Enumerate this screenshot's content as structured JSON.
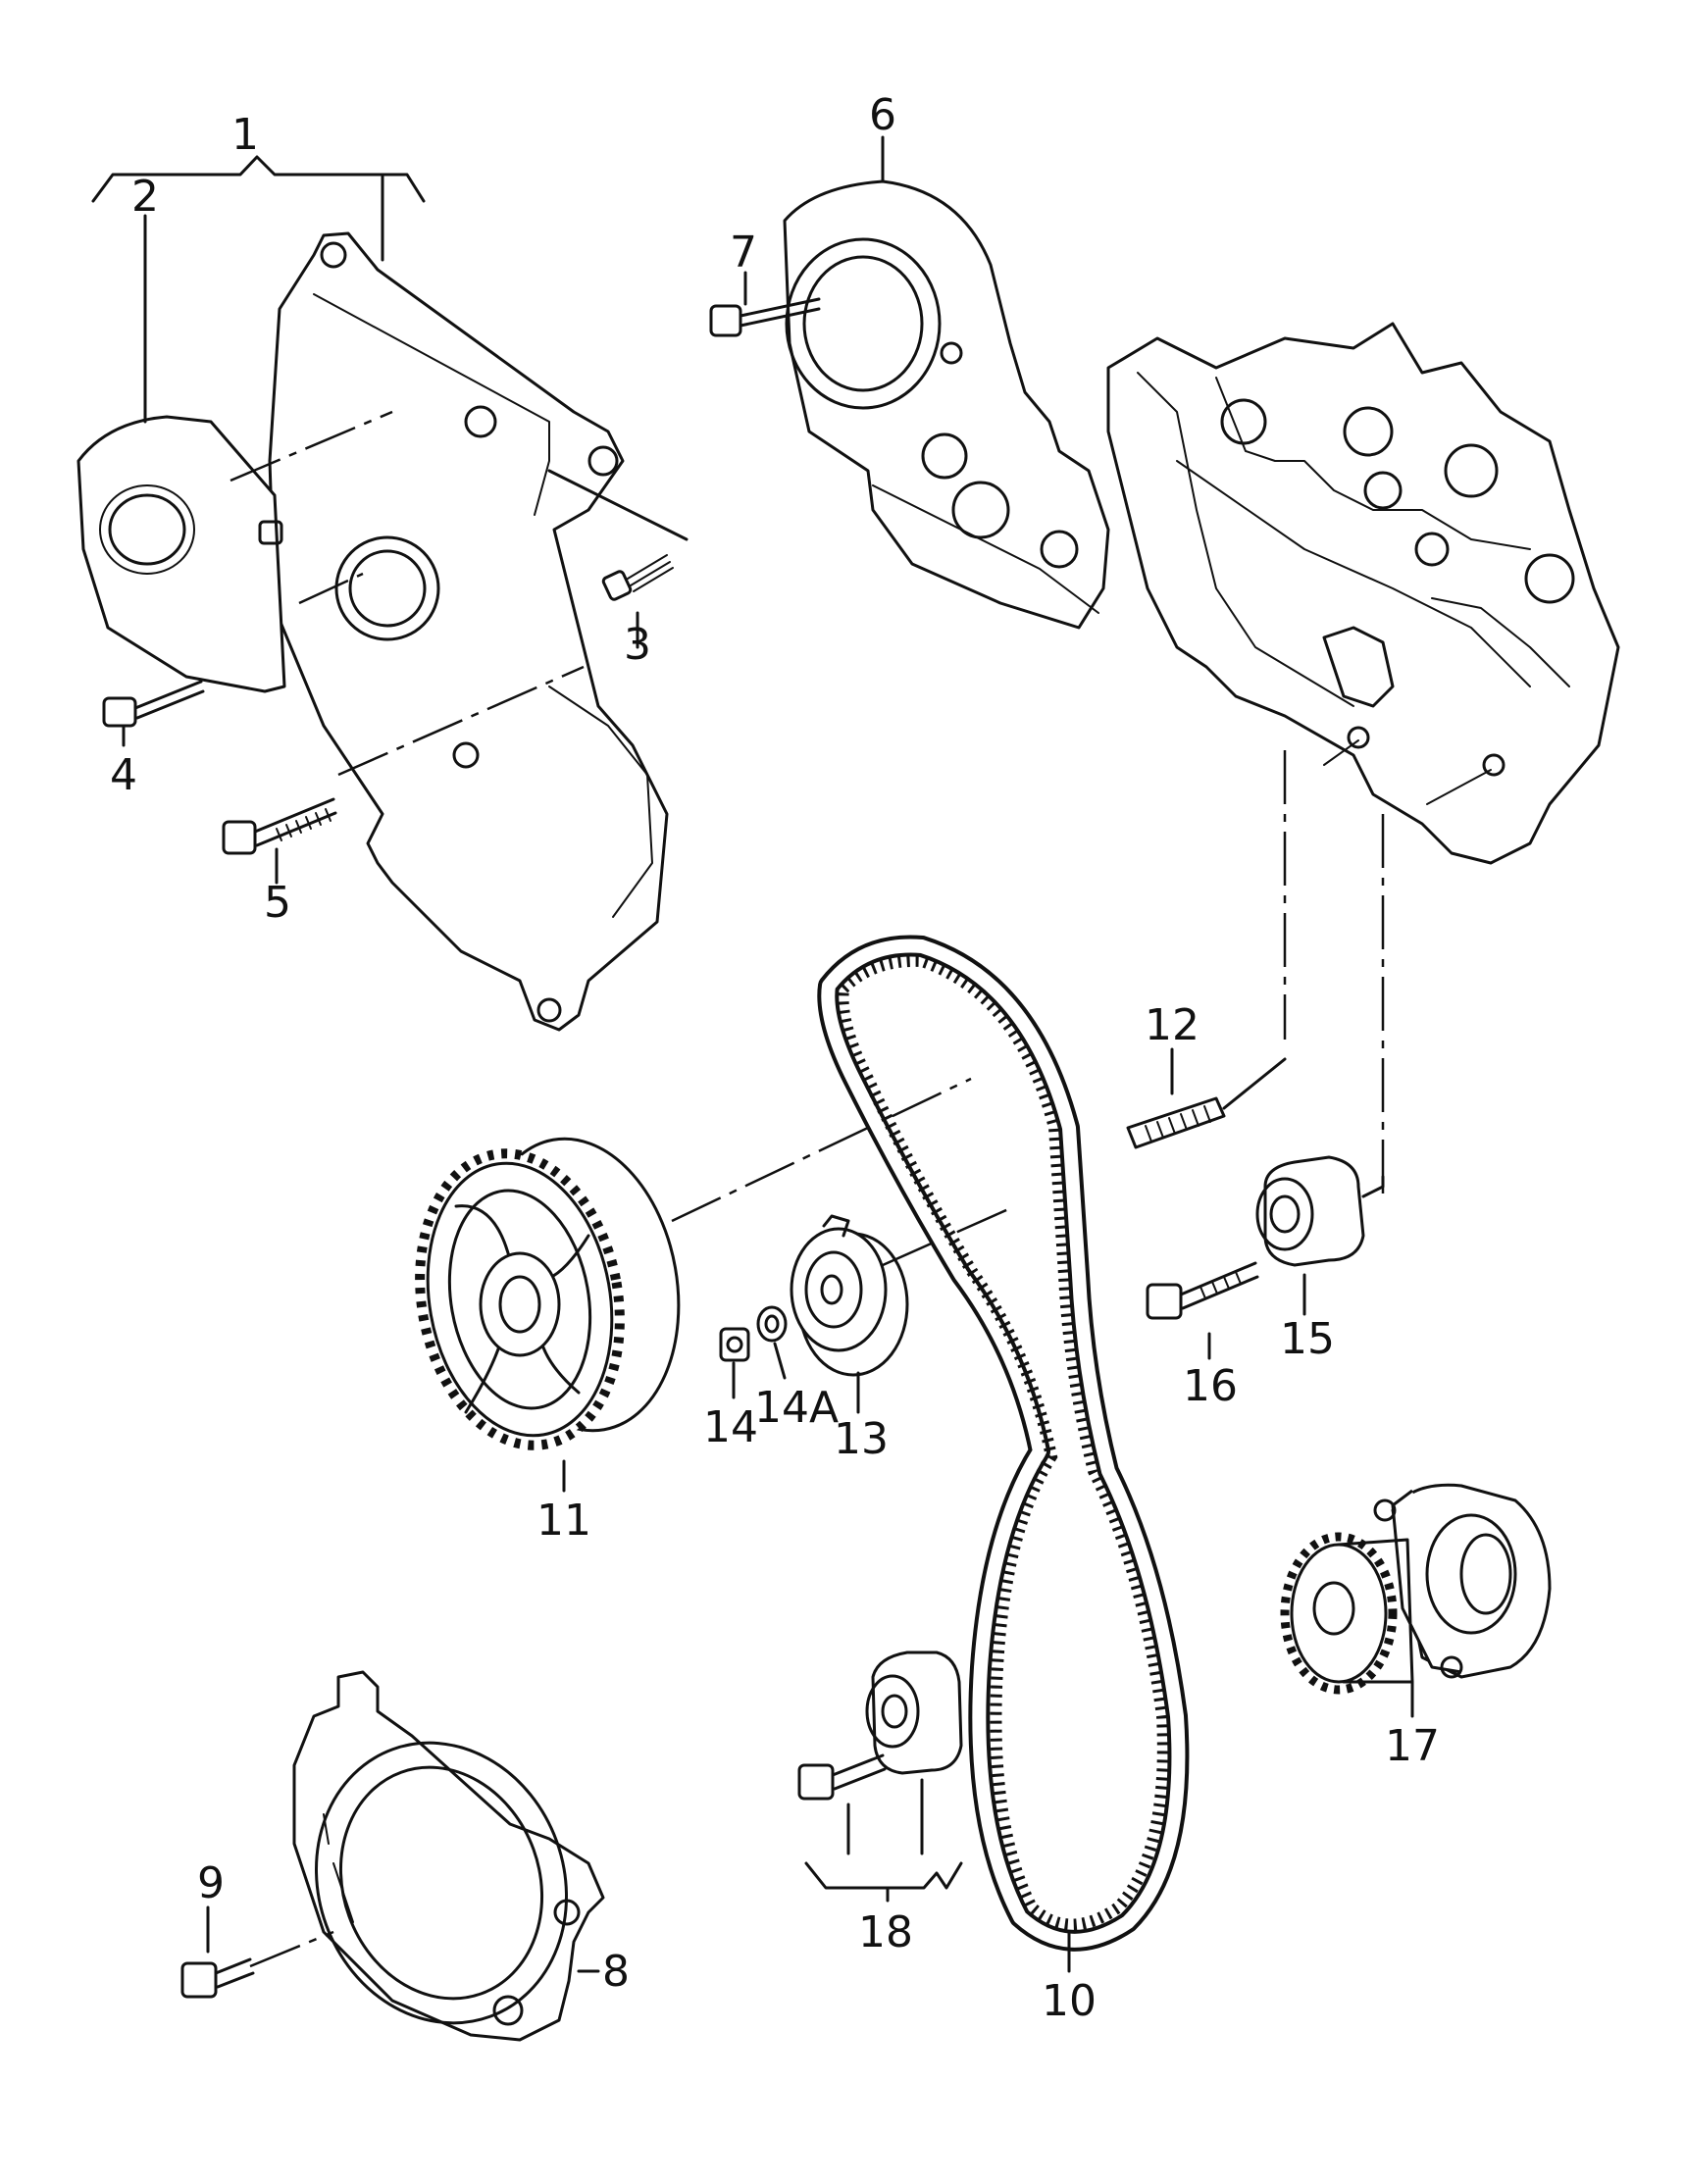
{
  "labels": {
    "p1": "1",
    "p2": "2",
    "p3": "3",
    "p4": "4",
    "p5": "5",
    "p6": "6",
    "p7": "7",
    "p8": "8",
    "p9": "9",
    "p10": "10",
    "p11": "11",
    "p12": "12",
    "p13": "13",
    "p14": "14",
    "p14a": "14A",
    "p15": "15",
    "p16": "16",
    "p17": "17",
    "p18": "18"
  },
  "colors": {
    "line": "#111111",
    "background": "#ffffff"
  }
}
